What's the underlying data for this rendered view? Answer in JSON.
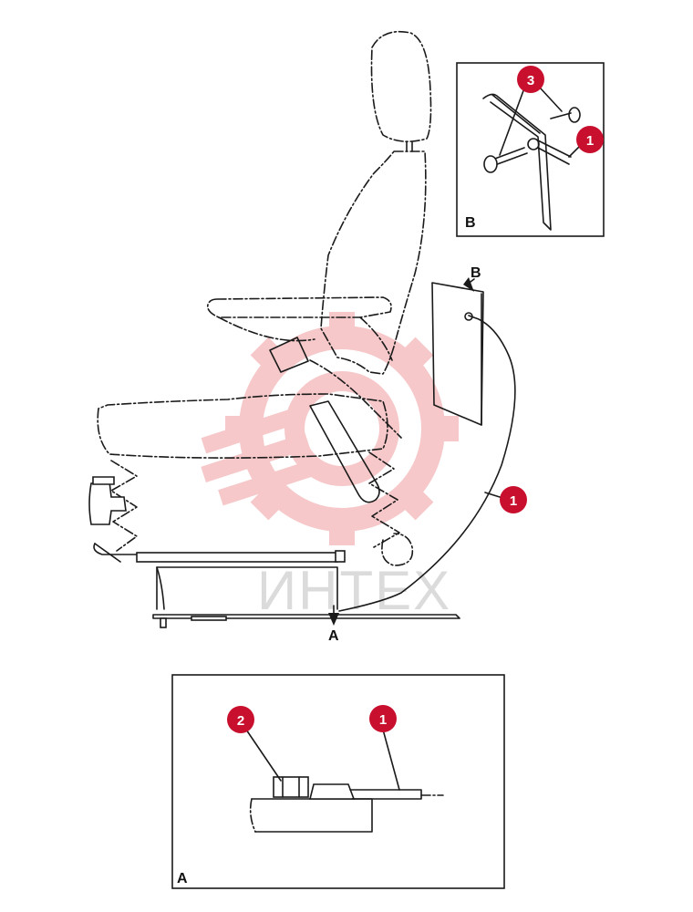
{
  "watermark": {
    "text": "ИНТЕХ",
    "color": "#f4b6b8",
    "text_color": "#cfcfcf"
  },
  "callout_color": "#c8102e",
  "callouts": {
    "b_hose": "1",
    "b_clip": "3",
    "main_hose": "1",
    "a_hose": "1",
    "a_nut": "2"
  },
  "view_labels": {
    "detail_b": "B",
    "detail_a": "A",
    "arrow_b": "B",
    "arrow_a": "A"
  }
}
